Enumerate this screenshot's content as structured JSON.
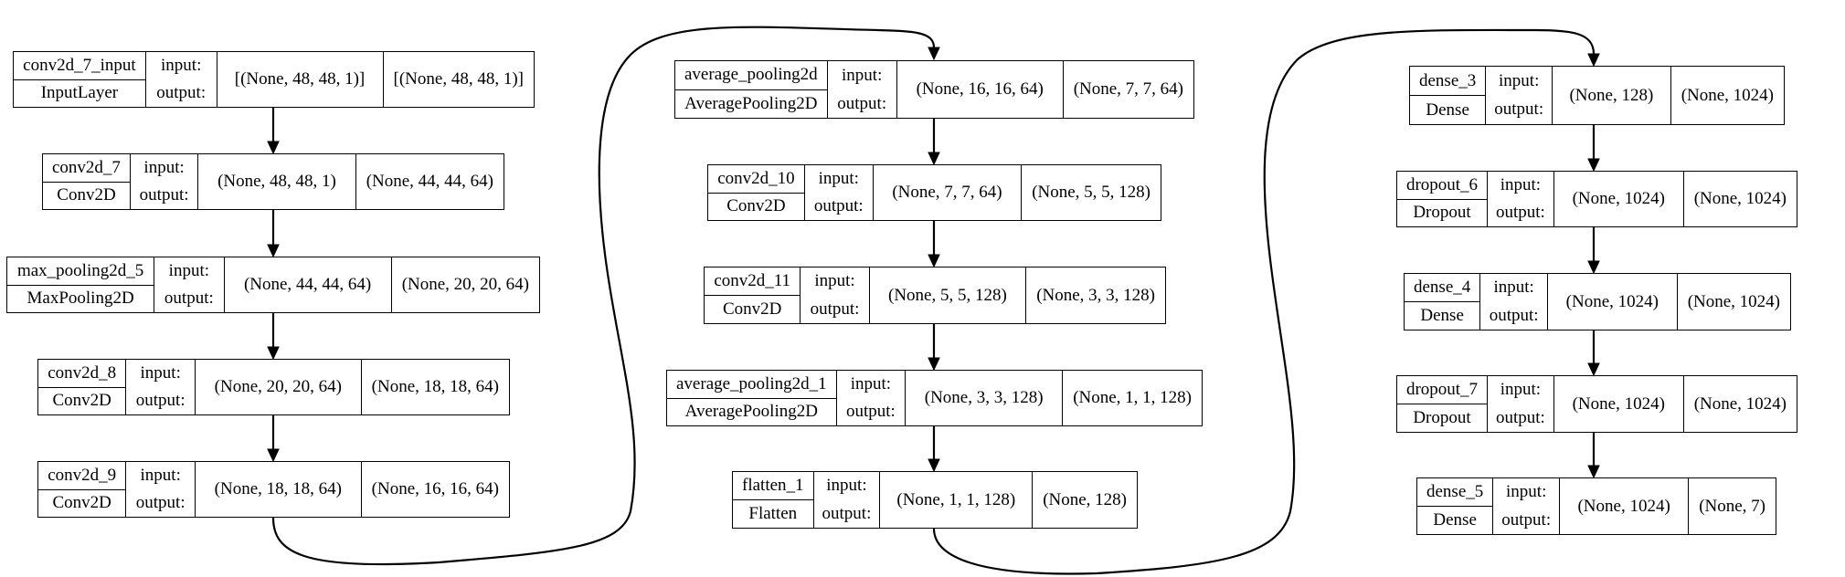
{
  "labels": {
    "input": "input:",
    "output": "output:"
  },
  "nodes": [
    {
      "name": "conv2d_7_input",
      "type": "InputLayer",
      "in_shape": "[(None, 48, 48, 1)]",
      "out_shape": "[(None, 48, 48, 1)]"
    },
    {
      "name": "conv2d_7",
      "type": "Conv2D",
      "in_shape": "(None, 48, 48, 1)",
      "out_shape": "(None, 44, 44, 64)"
    },
    {
      "name": "max_pooling2d_5",
      "type": "MaxPooling2D",
      "in_shape": "(None, 44, 44, 64)",
      "out_shape": "(None, 20, 20, 64)"
    },
    {
      "name": "conv2d_8",
      "type": "Conv2D",
      "in_shape": "(None, 20, 20, 64)",
      "out_shape": "(None, 18, 18, 64)"
    },
    {
      "name": "conv2d_9",
      "type": "Conv2D",
      "in_shape": "(None, 18, 18, 64)",
      "out_shape": "(None, 16, 16, 64)"
    },
    {
      "name": "average_pooling2d",
      "type": "AveragePooling2D",
      "in_shape": "(None, 16, 16, 64)",
      "out_shape": "(None, 7, 7, 64)"
    },
    {
      "name": "conv2d_10",
      "type": "Conv2D",
      "in_shape": "(None, 7, 7, 64)",
      "out_shape": "(None, 5, 5, 128)"
    },
    {
      "name": "conv2d_11",
      "type": "Conv2D",
      "in_shape": "(None, 5, 5, 128)",
      "out_shape": "(None, 3, 3, 128)"
    },
    {
      "name": "average_pooling2d_1",
      "type": "AveragePooling2D",
      "in_shape": "(None, 3, 3, 128)",
      "out_shape": "(None, 1, 1, 128)"
    },
    {
      "name": "flatten_1",
      "type": "Flatten",
      "in_shape": "(None, 1, 1, 128)",
      "out_shape": "(None, 128)"
    },
    {
      "name": "dense_3",
      "type": "Dense",
      "in_shape": "(None, 128)",
      "out_shape": "(None, 1024)"
    },
    {
      "name": "dropout_6",
      "type": "Dropout",
      "in_shape": "(None, 1024)",
      "out_shape": "(None, 1024)"
    },
    {
      "name": "dense_4",
      "type": "Dense",
      "in_shape": "(None, 1024)",
      "out_shape": "(None, 1024)"
    },
    {
      "name": "dropout_7",
      "type": "Dropout",
      "in_shape": "(None, 1024)",
      "out_shape": "(None, 1024)"
    },
    {
      "name": "dense_5",
      "type": "Dense",
      "in_shape": "(None, 1024)",
      "out_shape": "(None, 7)"
    }
  ]
}
